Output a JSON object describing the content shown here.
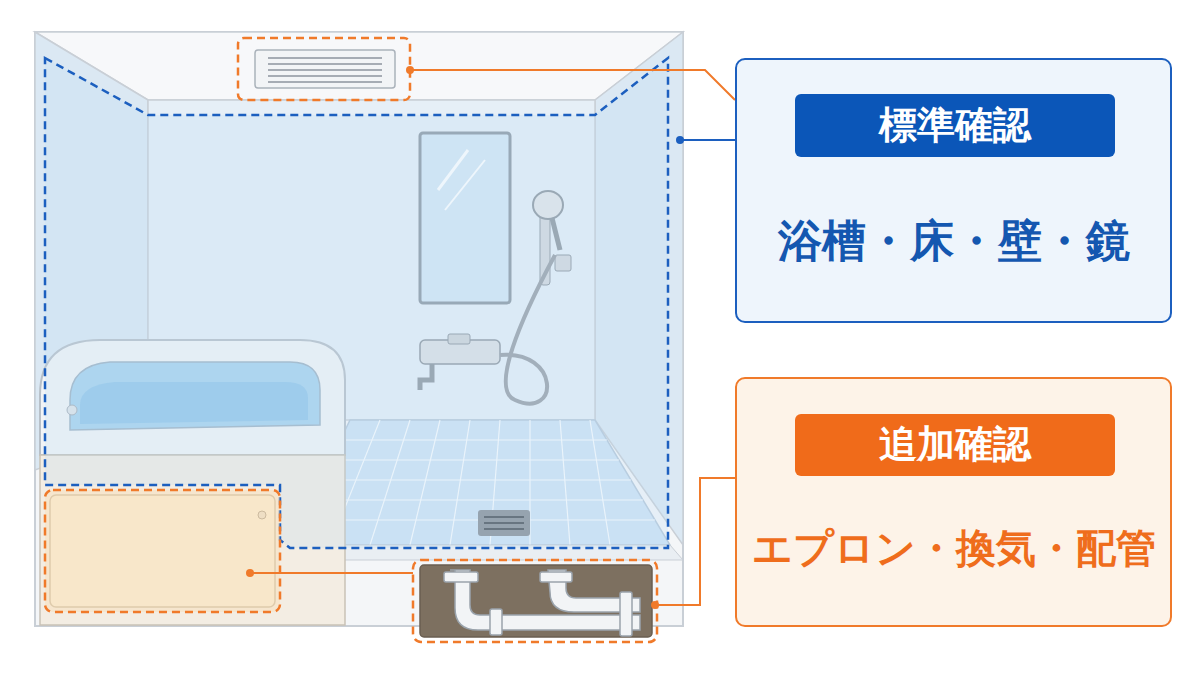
{
  "diagram": {
    "nodes": [
      {
        "text": [
          "浴槽・床・壁・鏡"
        ]
      },
      {
        "text": [
          "標準確認"
        ],
        "in": 0
      },
      {
        "text": [
          "エプロン・換気・配管"
        ]
      },
      {
        "text": [
          "追加確認"
        ],
        "in": 2
      }
    ]
  }
}
